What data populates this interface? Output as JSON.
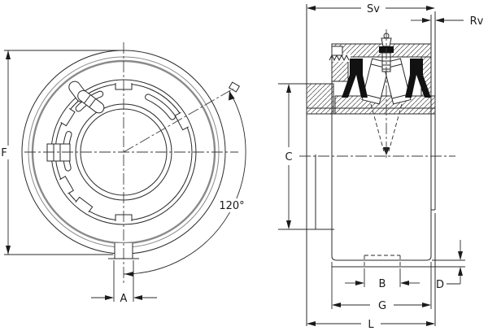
{
  "drawing": {
    "title": "bearing-unit-dimensional-drawing",
    "views": {
      "front_view": "end view of cylindrical cartridge bearing with eccentric locking collar",
      "section_view": "side cross-section of bearing unit with seals, rollers and grease fitting"
    },
    "colors": {
      "ink": "#2a2a2a",
      "background": "#ffffff",
      "secondary_circle": "#8a8a8a"
    }
  },
  "labels": {
    "F": "F",
    "A": "A",
    "angle120": "120°",
    "Sv": "Sv",
    "Rv": "Rv",
    "C": "C",
    "B": "B",
    "D": "D",
    "G": "G",
    "L": "L"
  },
  "dimensions": {
    "front_view": [
      {
        "id": "F",
        "meaning": "outer diameter, vertical overall"
      },
      {
        "id": "A",
        "meaning": "bottom slot width"
      },
      {
        "id": "120°",
        "meaning": "angular spacing from bottom slot to set-screw axis"
      }
    ],
    "section_view": [
      {
        "id": "Sv",
        "meaning": "overall width to inner-ring face"
      },
      {
        "id": "Rv",
        "meaning": "inner ring protrusion"
      },
      {
        "id": "C",
        "meaning": "collar outside diameter"
      },
      {
        "id": "B",
        "meaning": "hidden slot width"
      },
      {
        "id": "D",
        "meaning": "outer surface step height"
      },
      {
        "id": "G",
        "meaning": "outer ring width"
      },
      {
        "id": "L",
        "meaning": "overall length"
      }
    ]
  }
}
